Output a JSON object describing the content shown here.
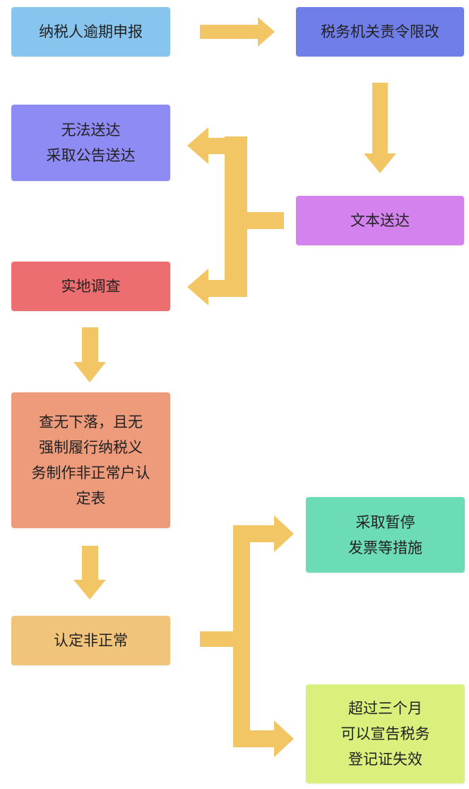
{
  "colors": {
    "arrow": "#f2c665",
    "n1": "#87c5ef",
    "n2": "#6f7ee9",
    "n3": "#8e8bf5",
    "n4": "#d483ee",
    "n5": "#ec6e70",
    "n6": "#ed9b7b",
    "n7": "#6cdcb7",
    "n8": "#f0c47a",
    "n9": "#d9f07c"
  },
  "nodes": {
    "n1": {
      "lines": [
        "纳税人逾期申报"
      ]
    },
    "n2": {
      "lines": [
        "税务机关责令限改"
      ]
    },
    "n3": {
      "lines": [
        "无法送达",
        "采取公告送达"
      ]
    },
    "n4": {
      "lines": [
        "文本送达"
      ]
    },
    "n5": {
      "lines": [
        "实地调查"
      ]
    },
    "n6": {
      "lines": [
        "查无下落，且无",
        "强制履行纳税义",
        "务制作非正常户认",
        "定表"
      ]
    },
    "n7": {
      "lines": [
        "采取暂停",
        "发票等措施"
      ]
    },
    "n8": {
      "lines": [
        "认定非正常"
      ]
    },
    "n9": {
      "lines": [
        "超过三个月",
        "可以宣告税务",
        "登记证失效"
      ]
    }
  }
}
